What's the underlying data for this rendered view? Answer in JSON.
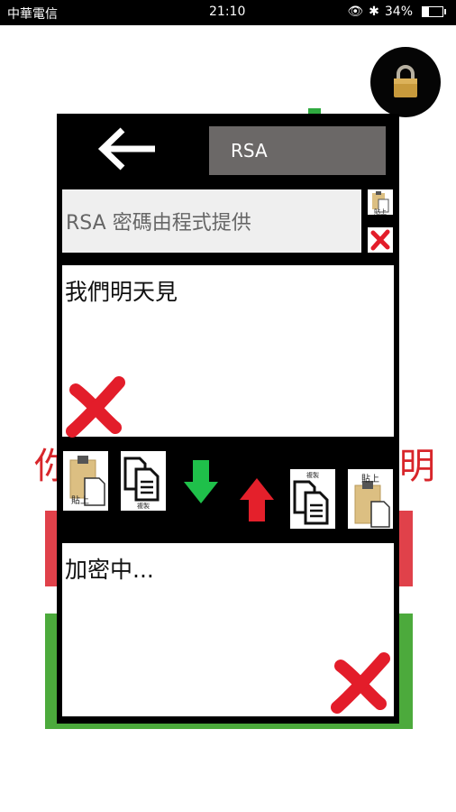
{
  "status_bar": {
    "carrier": "中華電信",
    "time": "21:10",
    "battery": "34%",
    "battery_level": 0.34
  },
  "background": {
    "left_char": "你",
    "right_char": "明"
  },
  "dialog": {
    "algorithm": "RSA",
    "key_placeholder": "RSA 密碼由程式提供",
    "plain_text": "我們明天見",
    "cipher_text": "加密中...",
    "paste_label": "貼上",
    "copy_label": "複製",
    "key_paste_caption": "貼上"
  },
  "icons": {
    "lock": "lock-icon",
    "back": "arrow-left-icon",
    "clipboard": "clipboard-paste-icon",
    "copy": "copy-documents-icon",
    "down": "arrow-down-icon",
    "up": "arrow-up-icon",
    "clear": "red-x-icon"
  },
  "colors": {
    "down_arrow": "#1fc04a",
    "up_arrow": "#e4202b",
    "clear_x": "#e31d2a",
    "select_bg": "#6b6867"
  }
}
